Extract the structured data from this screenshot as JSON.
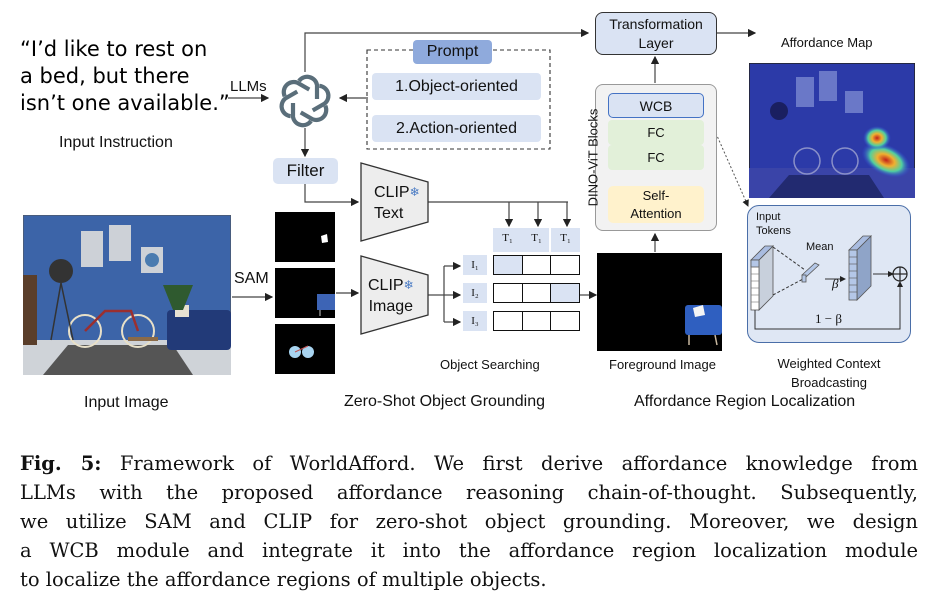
{
  "figure": {
    "input_instruction": {
      "quote_lines": [
        "“I’d like to rest on",
        "a bed, but there",
        "isn’t one available.”"
      ],
      "label": "Input Instruction"
    },
    "llms_label": "LLMs",
    "llm_icon": "openai-logo-icon",
    "filter_label": "Filter",
    "prompt": {
      "title": "Prompt",
      "items": [
        "1.Object-oriented",
        "2.Action-oriented"
      ]
    },
    "clip_text": {
      "line1": "CLIP",
      "line2": "Text",
      "frozen_icon": "snowflake-icon"
    },
    "clip_image": {
      "line1": "CLIP",
      "line2": "Image",
      "frozen_icon": "snowflake-icon"
    },
    "sam_label": "SAM",
    "input_image_label": "Input Image",
    "text_tokens": [
      "T₁",
      "T₁",
      "T₁"
    ],
    "image_tokens": [
      "I₁",
      "I₂",
      "I₃"
    ],
    "similarity_highlight": [
      [
        true,
        false,
        false
      ],
      [
        false,
        false,
        true
      ],
      [
        false,
        false,
        false
      ]
    ],
    "object_searching_label": "Object Searching",
    "zero_shot_label": "Zero-Shot Object Grounding",
    "transformation_layer": {
      "line1": "Transformation",
      "line2": "Layer"
    },
    "affordance_map_label": "Affordance Map",
    "dino_vit": {
      "side_label": "DINO-ViT Blocks",
      "blocks": [
        "WCB",
        "FC",
        "FC"
      ],
      "self_attention": {
        "line1": "Self-",
        "line2": "Attention"
      }
    },
    "foreground_image_label": "Foreground Image",
    "affordance_region_label": "Affordance Region Localization",
    "wcb_detail": {
      "input_tokens": {
        "line1": "Input",
        "line2": "Tokens"
      },
      "mean_label": "Mean",
      "beta_label": "β",
      "one_minus_beta_label": "1 − β",
      "sum_icon": "circle-plus-icon",
      "title_line1": "Weighted Context",
      "title_line2": "Broadcasting"
    },
    "colors": {
      "light_blue": "#dae3f3",
      "prompt_header": "#8faadc",
      "wcb_panel": "#dfe7f4",
      "fc_green": "#e2f0d9",
      "attention_yellow": "#fff2cc",
      "dino_panel": "#f2f2f2",
      "wall_blue": "#3c64a8"
    }
  },
  "caption": {
    "fig_label": "Fig. 5:",
    "lines": [
      " Framework of WorldAfford. We first derive affordance knowledge from",
      "LLMs with the proposed affordance reasoning chain-of-thought. Subsequently,",
      "we utilize SAM and CLIP for zero-shot object grounding. Moreover, we design",
      "a WCB module and integrate it into the affordance region localization module",
      "to localize the affordance regions of multiple objects."
    ]
  }
}
